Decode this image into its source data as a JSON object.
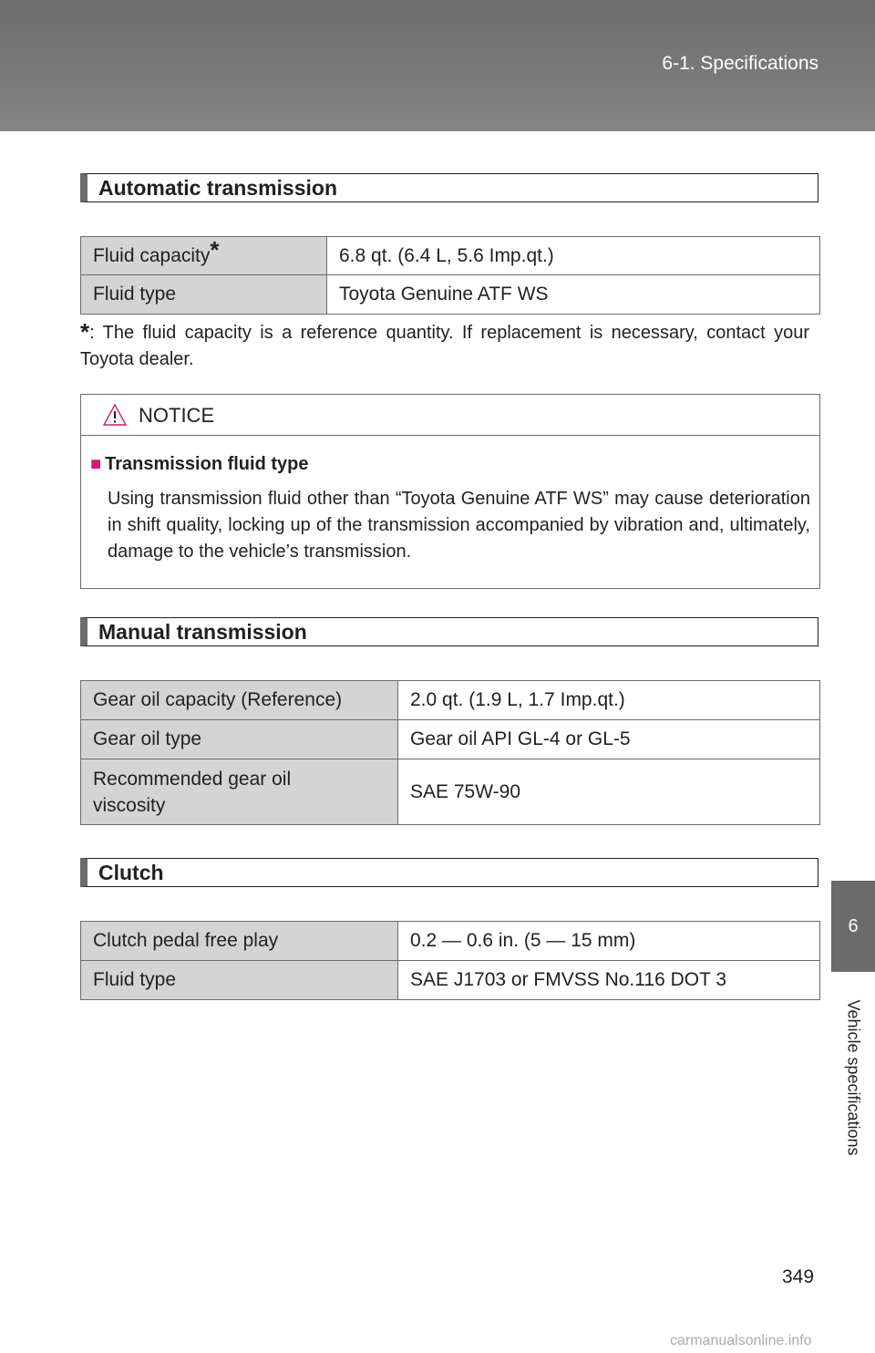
{
  "header": {
    "title": "6-1. Specifications"
  },
  "side_tab": {
    "number": "6",
    "label": "Vehicle specifications"
  },
  "automatic": {
    "heading": "Automatic transmission",
    "rows": [
      {
        "label": "Fluid capacity",
        "value": "6.8 qt. (6.4 L, 5.6 Imp.qt.)"
      },
      {
        "label": "Fluid type",
        "value": "Toyota Genuine ATF WS"
      }
    ],
    "footnote_mark": "*",
    "footnote": ": The fluid capacity is a reference quantity. If replacement is necessary, contact your Toyota dealer."
  },
  "notice": {
    "title": "NOTICE",
    "subheading": "Transmission fluid type",
    "body": "Using transmission fluid other than “Toyota Genuine ATF WS” may cause deterioration in shift quality, locking up of the transmission accompanied by vibration and, ultimately, damage to the vehicle’s transmission."
  },
  "manual": {
    "heading": "Manual transmission",
    "rows": [
      {
        "label": "Gear oil capacity (Reference)",
        "value": "2.0 qt. (1.9 L, 1.7 Imp.qt.)"
      },
      {
        "label": "Gear oil type",
        "value": "Gear oil API GL-4 or GL-5"
      },
      {
        "label": "Recommended gear oil viscosity",
        "value": "SAE 75W-90"
      }
    ]
  },
  "clutch": {
    "heading": "Clutch",
    "rows": [
      {
        "label": "Clutch pedal free play",
        "value": "0.2 — 0.6 in. (5 — 15 mm)"
      },
      {
        "label": "Fluid type",
        "value": "SAE J1703 or FMVSS No.116 DOT 3"
      }
    ]
  },
  "page_number": "349",
  "watermark": "carmanualsonline.info",
  "colors": {
    "header_gray": "#7a7a7a",
    "label_cell": "#d4d4d4",
    "accent": "#d6186f"
  }
}
